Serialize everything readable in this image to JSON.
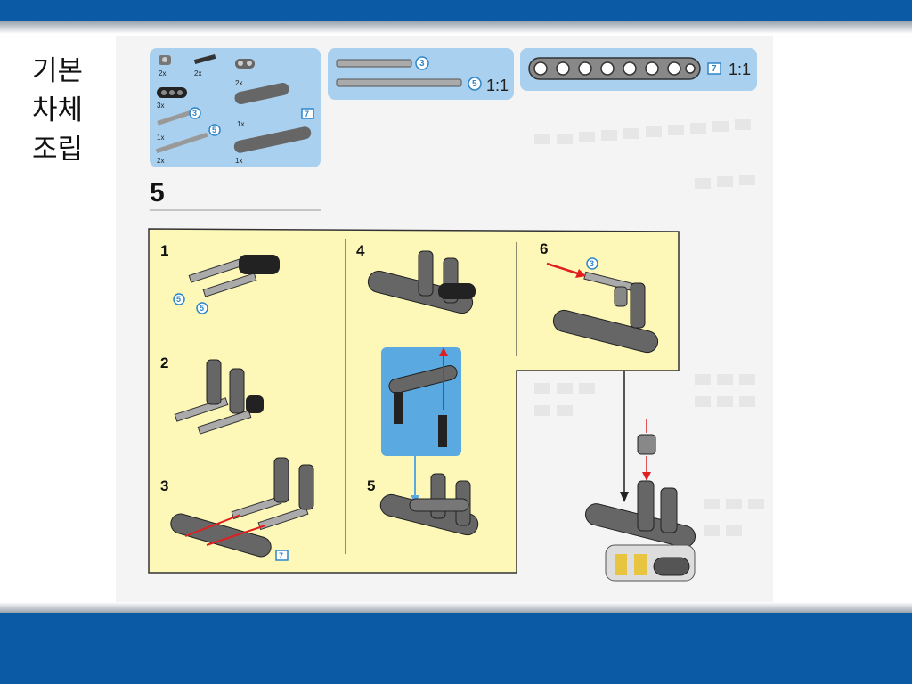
{
  "title": {
    "line1": "기본",
    "line2": "차체",
    "line3": "조립"
  },
  "parts_panel": {
    "counts": [
      "2x",
      "2x",
      "2x",
      "3x",
      "1x",
      "1x",
      "2x",
      "1x"
    ],
    "axle_lengths": [
      "3",
      "5"
    ],
    "beam_lengths": [
      "7"
    ]
  },
  "axle_panel": {
    "lengths": [
      "3",
      "5"
    ],
    "scale": "1:1"
  },
  "beam_panel": {
    "length": "7",
    "scale": "1:1"
  },
  "step": {
    "number": "5",
    "substeps": [
      "1",
      "2",
      "3",
      "4",
      "5",
      "6"
    ],
    "callouts": {
      "sub1_axles": [
        "5",
        "5"
      ],
      "sub3_beam": "7",
      "sub6_axle": "3"
    }
  },
  "colors": {
    "header": "#0a5aa6",
    "panel": "#a9d0ee",
    "step_bg": "#fdf8b8",
    "callout_bg": "#5aa9e0"
  }
}
